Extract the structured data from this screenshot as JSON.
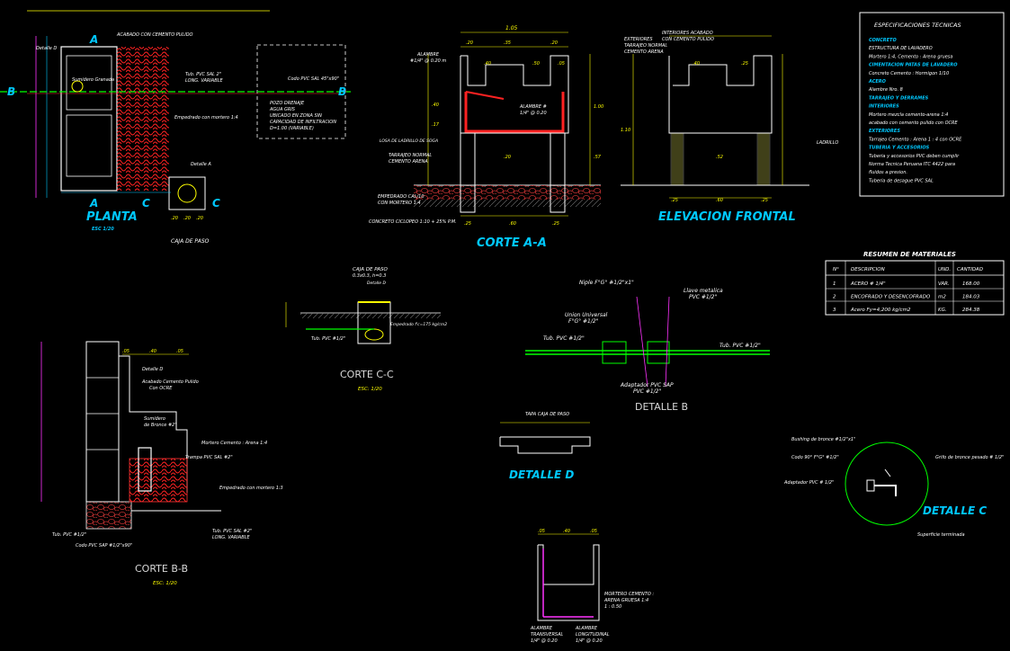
{
  "titles": {
    "planta": "PLANTA",
    "planta_scale": "ESC 1/20",
    "corte_aa": "CORTE A-A",
    "elevacion": "ELEVACION FRONTAL",
    "corte_cc": "CORTE C-C",
    "corte_cc_scale": "ESC: 1/20",
    "detalle_b": "DETALLE B",
    "detalle_d": "DETALLE D",
    "detalle_c": "DETALLE C",
    "corte_bb": "CORTE B-B",
    "corte_bb_scale": "ESC: 1/20",
    "caja_paso": "CAJA DE PASO",
    "tapa_caja": "TAPA CAJA DE PASO"
  },
  "section_marks": {
    "a": "A",
    "b": "B",
    "c": "C"
  },
  "specs": {
    "heading": "ESPECIFICACIONES TECNICAS",
    "lines": [
      "CONCRETO",
      "ESTRUCTURA DE LAVADERO",
      "Mortero 1:4, Cemento : Arena gruesa",
      "CIMENTACION PATAS DE LAVADERO",
      "Concreto Cemento : Hormigon 1/10",
      "ACERO",
      "Alambre Nro. 8",
      "TARRAJEO Y DERRAMES",
      "INTERIORES",
      "Mortero mezcla cemento-arena 1:4",
      "acabado con cemento pulido con OCRE",
      "EXTERIORES",
      "Tarrajeo Cemento : Arena 1 : 4 con OCRE",
      "TUBERIA Y ACCESORIOS",
      "Tuberia y accesorios PVC deben cumplir",
      "Norma Tecnica Peruana ITC 4422 para",
      "fluidos a presion.",
      "Tuberia de desague PVC SAL"
    ]
  },
  "materials": {
    "title": "RESUMEN DE MATERIALES",
    "headers": [
      "N°",
      "DESCRIPCION",
      "UND.",
      "CANTIDAD"
    ],
    "rows": [
      [
        "1",
        "ACERO # 1/4\"",
        "VAR.",
        "168.00"
      ],
      [
        "2",
        "ENCOFRADO Y DESENCOFRADO",
        "m2",
        "184.03"
      ],
      [
        "3",
        "Acero Fy=4,200 kg/cm2",
        "KG.",
        "284.38"
      ]
    ]
  },
  "dims": {
    "corte_width": "1.05",
    "aa_top": [
      ".20",
      ".35",
      ".20"
    ],
    "aa_mid": [
      ".40",
      ".50",
      ".05"
    ],
    "aa_bottom": [
      ".25",
      ".60",
      ".25"
    ],
    "aa_left": [
      ".40",
      ".17",
      ".20",
      ".57"
    ],
    "aa_total": "1.00",
    "el_top": [
      ".40",
      ".25"
    ],
    "el_bottom": [
      ".25",
      ".60",
      ".25"
    ],
    "el_total": "1.10",
    "el_mid": ".52",
    "caja_bottom": [
      ".20",
      ".20",
      ".20"
    ],
    "bb_top": [
      ".05",
      ".40",
      ".05"
    ],
    "dd_top": [
      ".05",
      ".40",
      ".05"
    ]
  },
  "notes": {
    "planta": [
      "Detalle D",
      "ACABADO CON CEMENTO PULIDO",
      "Sumidero Granada",
      "Tub. PVC SAL 2\"",
      "LONG. VARIABLE",
      "Codo PVC SAL 45\"x90\"",
      "Empedrado con mortero 1:4",
      "POZO DRENAJE",
      "AGUA GRIS",
      "UBICADO EN ZONA SIN",
      "CAPACIDAD DE INFILTRACION",
      "D=1.00 (VARIABLE)",
      "Detalle A",
      "CAJA DE PASO"
    ],
    "corte_aa": [
      "ALAMBRE",
      "#1/4\" @ 0.20 m",
      "ALAMBRE #",
      "1/4\" @ 0.20",
      "LOSA DE LADRILLO DE SOGA",
      "TARRAJEO NORMAL",
      "CEMENTO ARENA",
      "EMPEDRADO CAL/10",
      "CON MORTERO 1:4",
      "CONCRETO CICLOPEO 1:10 + 25% P.M."
    ],
    "elevacion": [
      "INTERIORES ACABADO",
      "CON CEMENTO PULIDO",
      "EXTERIORES",
      "TARRAJEO NORMAL",
      "CEMENTO ARENA",
      "LADRILLO"
    ],
    "corte_cc": [
      "0.3x0.3, h=0.3",
      "Detalle D",
      "Empedrado f'c=175 kg/cm2",
      "Tub. PVC #1/2\""
    ],
    "detalle_b": [
      "Niple F°G° #1/2\"x1\"",
      "Union Universal",
      "F°G° #1/2\"",
      "Llave metalica",
      "PVC #1/2\"",
      "Tub. PVC #1/2\"",
      "Tub. PVC #1/2\"",
      "Adaptador PVC SAP",
      "PVC #1/2\""
    ],
    "corte_bb": [
      "Detalle D",
      "Acabado Cemento Pulido",
      "Con OCRE",
      "Sumidero",
      "de Bronce #2\"",
      "Mortero Cemento : Arena 1:4",
      "Trampa PVC SAL #2\"",
      "Empedrado con mortero 1:3",
      "Tub. PVC #1/2\"",
      "Codo PVC SAP #1/2\"x90\"",
      "Tub. PVC SAL #2\"",
      "LONG. VARIABLE"
    ],
    "detalle_c": [
      "Bushing de bronce #1/2\"x1\"",
      "Codo 90° F°G° #1/2\"",
      "Grifo de bronce pesado # 1/2\"",
      "Adaptador PVC # 1/2\"",
      "Superficie terminada"
    ],
    "bottom": [
      "MORTERO CEMENTO :",
      "ARENA GRUESA 1:4",
      "1 : 0.50",
      "ALAMBRE",
      "TRANSVERSAL",
      "1/4\" @ 0.20",
      "ALAMBRE",
      "LONGITUDINAL",
      "1/4\" @ 0.20"
    ]
  }
}
